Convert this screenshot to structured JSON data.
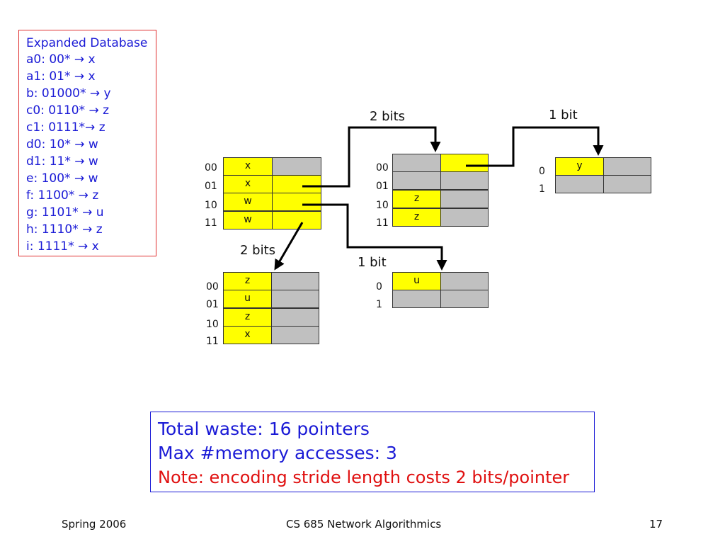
{
  "database": {
    "lines": [
      "Expanded Database",
      "a0: 00* → x",
      "a1: 01* → x",
      "b: 01000* → y",
      "c0: 0110* → z",
      "c1: 0111*→ z",
      "d0: 10* → w",
      "d1: 11* → w",
      "e: 100* → w",
      "f: 1100* → z",
      "g: 1101* → u",
      "h: 1110* → z",
      "i: 1111* → x"
    ]
  },
  "edge_labels": {
    "top_middle": "2 bits",
    "top_right": "1 bit",
    "lower_left": "2 bits",
    "lower_right": "1 bit"
  },
  "tables": {
    "root": {
      "row_labels": [
        "00",
        "01",
        "10",
        "11"
      ],
      "values": [
        "x",
        "x",
        "w",
        "w"
      ]
    },
    "top_middle": {
      "row_labels": [
        "00",
        "01",
        "10",
        "11"
      ],
      "values": [
        "",
        "z",
        "z"
      ]
    },
    "top_right": {
      "row_labels": [
        "0",
        "1"
      ],
      "values": [
        "y"
      ]
    },
    "bottom_left": {
      "row_labels": [
        "00",
        "01",
        "10",
        "11"
      ],
      "values": [
        "z",
        "u",
        "z",
        "x"
      ]
    },
    "bottom_right": {
      "row_labels": [
        "0",
        "1"
      ],
      "values": [
        "u"
      ]
    }
  },
  "summary": {
    "line1": "Total waste: 16 pointers",
    "line2": "Max #memory accesses: 3",
    "line3": "Note: encoding stride length costs 2 bits/pointer"
  },
  "footer": {
    "left": "Spring 2006",
    "center": "CS 685 Network Algorithmics",
    "right": "17"
  },
  "colors": {
    "text_blue": "#1a1ad6",
    "note_red": "#e01010",
    "cell_yellow": "#ffff00",
    "cell_gray": "#c0c0c0"
  }
}
